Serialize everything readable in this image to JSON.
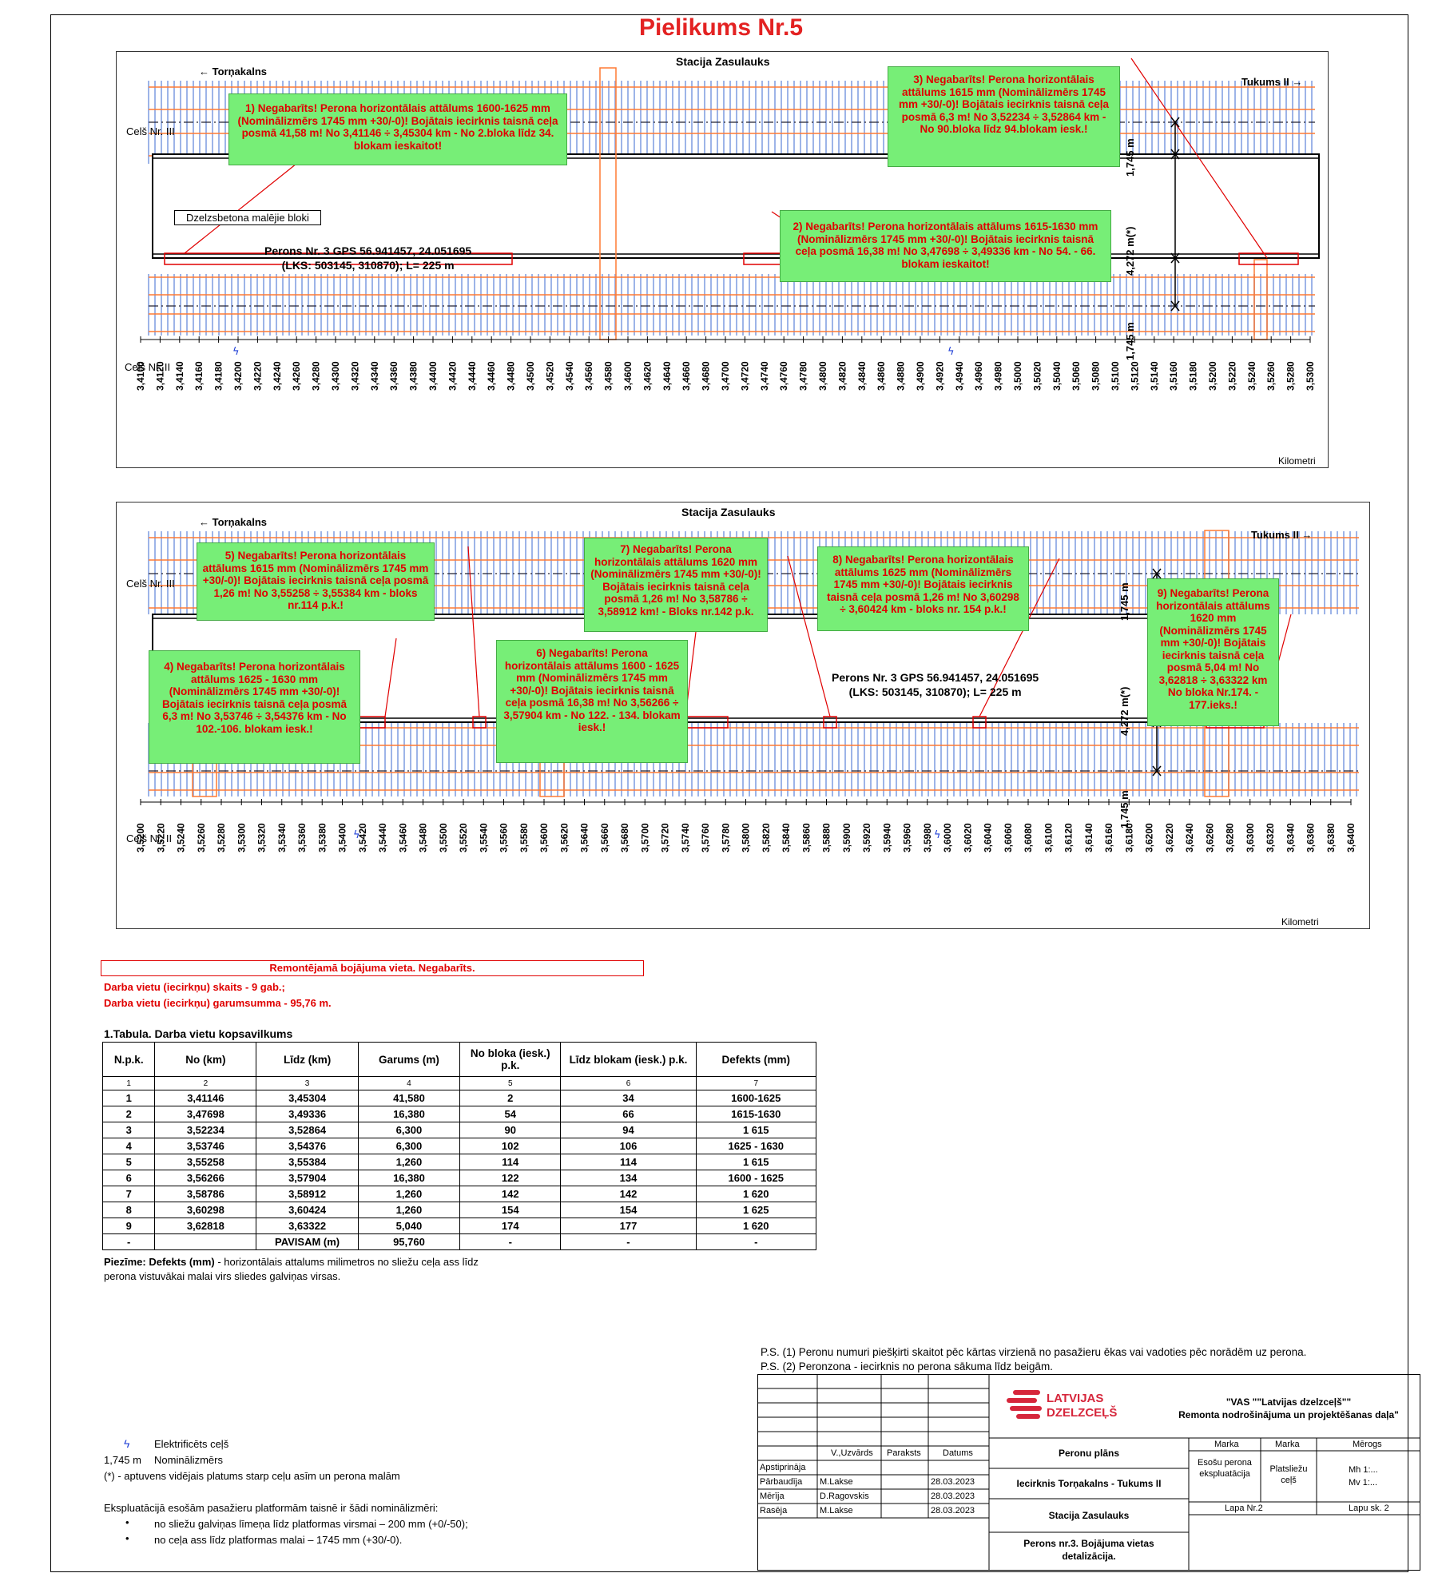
{
  "document_title": "Pielikums Nr.5",
  "panels": [
    {
      "station": "Stacija Zasulauks",
      "left_dir": "← Torņakalns",
      "right_dir": "Tukums II →",
      "track_top": "Celš Nr. III",
      "track_bottom": "Celš Nr. II",
      "platform_text": "Perons Nr. 3 GPS 56.941457, 24.051695\n(LKS: 503145, 310870); L= 225 m",
      "label_box": "Dzelzsbetona malējie  bloki",
      "dim_top": "1,745 m",
      "dim_mid": "4,272 m(*)",
      "dim_bottom": "1,745 m",
      "axis_unit": "Kilometri",
      "km_start": 3.41,
      "km_step": 0.002,
      "km_count": 61,
      "notes": [
        {
          "id": "1",
          "text": "1) Negabarīts! Perona horizontālais attālums  1600-1625 mm  (Nominālizmērs 1745 mm +30/-0)! Bojātais iecirknis taisnā ceļa posmā 41,58 m!  No 3,41146 ÷ 3,45304 km - No 2.bloka līdz 34. blokam ieskaitot!"
        },
        {
          "id": "2",
          "text": "2) Negabarīts! Perona horizontālais attālums  1615-1630 mm  (Nominālizmērs 1745 mm +30/-0)! Bojātais iecirknis taisnā ceļa posmā 16,38 m!  No 3,47698 ÷ 3,49336 km - No 54. - 66. blokam ieskaitot!"
        },
        {
          "id": "3",
          "text": "3) Negabarīts! Perona horizontālais attālums 1615 mm  (Nominālizmērs 1745 mm +30/-0)! Bojātais iecirknis taisnā ceļa posmā 6,3 m!  No 3,52234 ÷ 3,52864 km - No 90.bloka līdz 94.blokam iesk.!"
        }
      ]
    },
    {
      "station": "Stacija Zasulauks",
      "left_dir": "← Torņakalns",
      "right_dir": "Tukums II →",
      "track_top": "Celš Nr. III",
      "track_bottom": "Celš Nr. II",
      "platform_text": "Perons Nr. 3 GPS 56.941457, 24.051695\n(LKS: 503145, 310870); L= 225 m",
      "dim_top": "1,745 m",
      "dim_mid": "4,272 m(*)",
      "dim_bottom": "1,745 m",
      "axis_unit": "Kilometri",
      "km_start": 3.52,
      "km_step": 0.002,
      "km_count": 61,
      "notes": [
        {
          "id": "4",
          "text": "4) Negabarīts! Perona horizontālais attālums 1625 - 1630 mm (Nominālizmērs 1745 mm +30/-0)! Bojātais iecirknis taisnā ceļa posmā 6,3 m!  No 3,53746 ÷ 3,54376 km - No 102.-106. blokam iesk.!"
        },
        {
          "id": "5",
          "text": "5) Negabarīts! Perona horizontālais attālums 1615 mm  (Nominālizmērs 1745 mm +30/-0)! Bojātais iecirknis taisnā ceļa posmā 1,26 m!  No 3,55258 ÷ 3,55384 km - bloks nr.114 p.k.!"
        },
        {
          "id": "6",
          "text": "6) Negabarīts! Perona horizontālais attālums 1600 - 1625 mm  (Nominālizmērs 1745 mm +30/-0)! Bojātais iecirknis taisnā ceļa posmā 16,38 m!  No 3,56266 ÷ 3,57904 km - No 122. - 134. blokam iesk.!"
        },
        {
          "id": "7",
          "text": "7) Negabarīts! Perona horizontālais attālums 1620 mm  (Nominālizmērs 1745 mm +30/-0)! Bojātais iecirknis taisnā ceļa posmā 1,26 m!  No 3,58786 ÷ 3,58912 km! - Bloks nr.142 p.k."
        },
        {
          "id": "8",
          "text": "8) Negabarīts! Perona horizontālais attālums 1625 mm  (Nominālizmērs 1745 mm +30/-0)! Bojātais iecirknis taisnā ceļa posmā 1,26 m!  No 3,60298 ÷ 3,60424 km - bloks nr. 154 p.k.!"
        },
        {
          "id": "9",
          "text": "9) Negabarīts! Perona horizontālais attālums 1620 mm  (Nominālizmērs 1745 mm +30/-0)! Bojātais iecirknis taisnā ceļa posmā 5,04 m!  No 3,62818 ÷ 3,63322 km No bloka Nr.174. - 177.ieks.!"
        }
      ]
    }
  ],
  "legend_box": "Remontējamā bojājuma vieta. Negabarīts.",
  "count_line": "Darba vietu (iecirkņu) skaits - 9 gab.;",
  "sum_line": "Darba vietu (iecirkņu) garumsumma - 95,76 m.",
  "table": {
    "title": "1.Tabula. Darba vietu kopsavilkums",
    "headers": [
      "N.p.k.",
      "No (km)",
      "Līdz (km)",
      "Garums (m)",
      "No bloka (iesk.) p.k.",
      "Līdz blokam (iesk.) p.k.",
      "Defekts (mm)"
    ],
    "index_row": [
      "1",
      "2",
      "3",
      "4",
      "5",
      "6",
      "7"
    ],
    "rows": [
      [
        "1",
        "3,41146",
        "3,45304",
        "41,580",
        "2",
        "34",
        "1600-1625"
      ],
      [
        "2",
        "3,47698",
        "3,49336",
        "16,380",
        "54",
        "66",
        "1615-1630"
      ],
      [
        "3",
        "3,52234",
        "3,52864",
        "6,300",
        "90",
        "94",
        "1 615"
      ],
      [
        "4",
        "3,53746",
        "3,54376",
        "6,300",
        "102",
        "106",
        "1625 - 1630"
      ],
      [
        "5",
        "3,55258",
        "3,55384",
        "1,260",
        "114",
        "114",
        "1 615"
      ],
      [
        "6",
        "3,56266",
        "3,57904",
        "16,380",
        "122",
        "134",
        "1600 - 1625"
      ],
      [
        "7",
        "3,58786",
        "3,58912",
        "1,260",
        "142",
        "142",
        "1 620"
      ],
      [
        "8",
        "3,60298",
        "3,60424",
        "1,260",
        "154",
        "154",
        "1 625"
      ],
      [
        "9",
        "3,62818",
        "3,63322",
        "5,040",
        "174",
        "177",
        "1 620"
      ]
    ],
    "total_row": [
      "-",
      "",
      "PAVISAM (m)",
      "95,760",
      "-",
      "-",
      "-"
    ]
  },
  "note_label": "Piezīme: Defekts (mm)",
  "note_text": " - horizontālais attalums milimetros no sliežu ceļa ass līdz",
  "note_text2": "perona vistuvākai malai virs sliedes galviņas virsas.",
  "ps1": "P.S. (1) Peronu numuri piešķirti skaitot pēc kārtas virzienā no pasažieru ēkas vai vadoties pēc norādēm uz perona.",
  "ps2": "P.S. (2) Peronzona - iecirknis no perona sākuma līdz beigām.",
  "legend": {
    "electrified": "Elektrificēts ceļš",
    "nominal_value": "1,745 m",
    "nominal_label": "Nominālizmērs",
    "approx": "(*) - aptuvens vidējais platums starp ceļu asīm un perona malām",
    "rules_title": "Ekspluatācijā esošām pasažieru platformām taisnē ir šādi nominālizmēri:",
    "rule1": "no sliežu galviņas līmeņa līdz platformas virsmai – 200 mm (+0/-50);",
    "rule2": "no ceļa ass līdz platformas malai – 1745 mm (+30/-0)."
  },
  "title_block": {
    "logo_line1": "LATVIJAS",
    "logo_line2": "DZELZCEĻŠ",
    "org_line1": "\"VAS \"\"Latvijas dzelzceļš\"\"",
    "org_line2": "Remonta nodrošinājuma un projektēšanas daļa\"",
    "col_name": "V.,Uzvārds",
    "col_sign": "Paraksts",
    "col_date": "Datums",
    "roles": [
      "Apstiprināja",
      "Pārbaudīja",
      "Mērīja",
      "Rasēja"
    ],
    "names": [
      "",
      "M.Lakse",
      "D.Ragovskis",
      "M.Lakse"
    ],
    "dates": [
      "",
      "28.03.2023",
      "28.03.2023",
      "28.03.2023"
    ],
    "plan": "Peronu plāns",
    "section": "Iecirknis Torņakalns - Tukums II",
    "station": "Stacija Zasulauks",
    "detail": "Perons nr.3. Bojājuma vietas detalizācija.",
    "marka1": "Marka",
    "marka2": "Marka",
    "merogs": "Mērogs",
    "marka1_val": "Esošu perona ekspluatācija",
    "marka2_val": "Platsliežu ceļš",
    "mh": "Mh 1:...",
    "mv": "Mv 1:...",
    "sheet": "Lapa Nr.2",
    "sheets": "Lapu sk. 2"
  },
  "colors": {
    "red": "#e00000",
    "green": "#77ee77",
    "orange": "#ff7a33",
    "blue": "#9db4e8"
  }
}
